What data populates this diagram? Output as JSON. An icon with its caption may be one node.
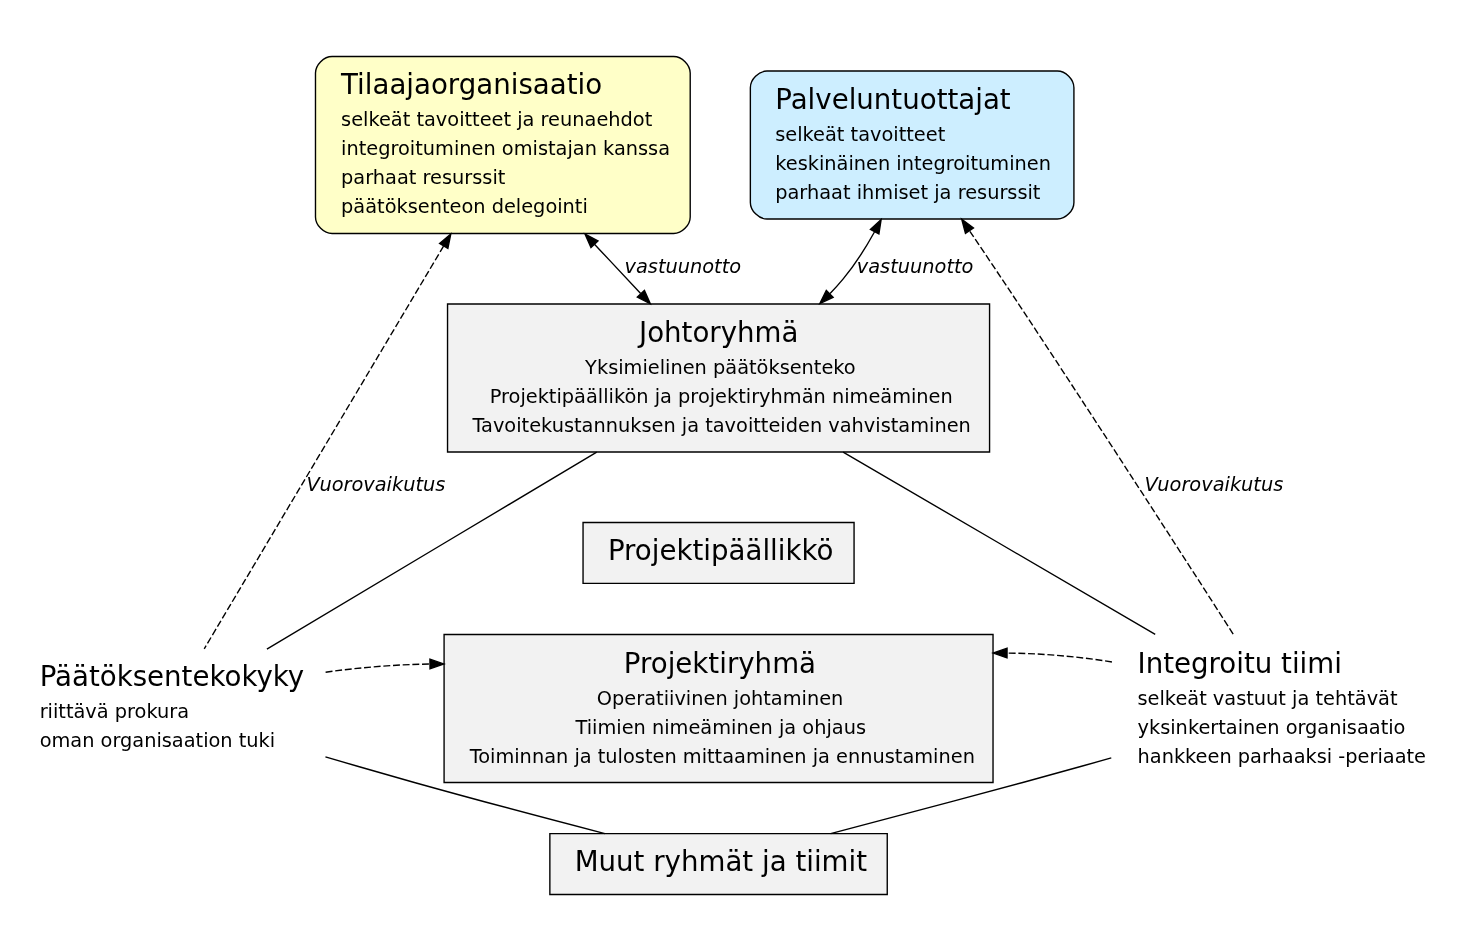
{
  "diagram": {
    "nodes": [
      {
        "text": [
          "Tilaajaorganisaatio",
          "selkeät tavoitteet ja reunaehdot",
          "integroituminen omistajan kanssa",
          "parhaat resurssit",
          "päätöksenteon delegointi"
        ]
      },
      {
        "text": [
          "Palveluntuottajat",
          "selkeät tavoitteet",
          "keskinäinen integroituminen",
          "parhaat ihmiset ja resurssit"
        ]
      },
      {
        "text": [
          "Johtoryhmä",
          "Yksimielinen päätöksenteko",
          "Projektipäällikön ja projektiryhmän nimeäminen",
          "Tavoitekustannuksen ja tavoitteiden vahvistaminen"
        ]
      },
      {
        "text": [
          "Projektipäällikkö"
        ]
      },
      {
        "text": [
          "Projektiryhmä",
          "Operatiivinen johtaminen",
          "Tiimien nimeäminen ja ohjaus",
          "Toiminnan ja tulosten mittaaminen ja ennustaminen"
        ]
      },
      {
        "text": [
          "Muut ryhmät ja tiimit"
        ]
      },
      {
        "text": [
          "Päätöksentekokyky",
          "riittävä prokura",
          "oman organisaation tuki"
        ]
      },
      {
        "text": [
          "Integroitu tiimi",
          "selkeät vastuut ja tehtävät",
          "yksinkertainen organisaatio",
          "hankkeen parhaaksi -periaate"
        ]
      }
    ],
    "edges": [
      {
        "from": 6,
        "to": 0,
        "arrow": "to",
        "style": "dashed",
        "label": "Vuorovaikutus"
      },
      {
        "from": 2,
        "to": 0,
        "arrow": "both",
        "label": "vastuunotto"
      },
      {
        "from": 2,
        "to": 1,
        "arrow": "both",
        "label": "vastuunotto"
      },
      {
        "from": 7,
        "to": 1,
        "arrow": "to",
        "style": "dashed",
        "label": "Vuorovaikutus"
      },
      {
        "from": 2,
        "to": 6,
        "arrow": "none"
      },
      {
        "from": 2,
        "to": 7,
        "arrow": "none"
      },
      {
        "from": 6,
        "to": 4,
        "arrow": "to",
        "style": "dashed"
      },
      {
        "from": 7,
        "to": 4,
        "arrow": "to",
        "style": "dashed"
      },
      {
        "from": 6,
        "to": 5,
        "arrow": "none"
      },
      {
        "from": 7,
        "to": 5,
        "arrow": "none"
      }
    ]
  }
}
